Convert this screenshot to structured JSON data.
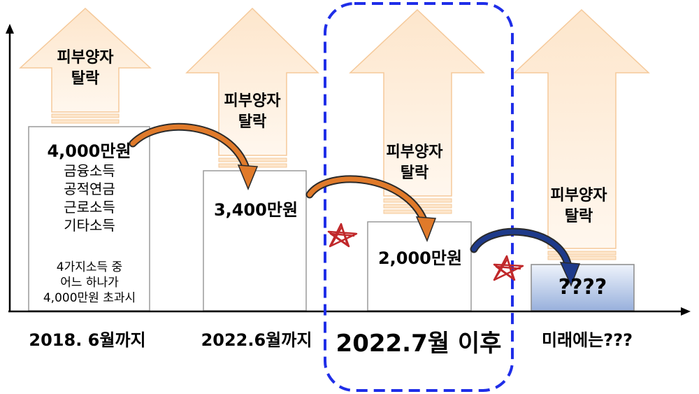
{
  "columns": [
    {
      "arrow_label": [
        "피부양자",
        "탈락"
      ],
      "amount": "4,000만원",
      "income_types": [
        "금융소득",
        "공적연금",
        "근로소득",
        "기타소득"
      ],
      "condition": [
        "4가지소득 중",
        "어느 하나가",
        "4,000만원 초과시"
      ],
      "period": "2018. 6월까지"
    },
    {
      "arrow_label": [
        "피부양자",
        "탈락"
      ],
      "amount": "3,400만원",
      "period": "2022.6월까지"
    },
    {
      "arrow_label": [
        "피부양자",
        "탈락"
      ],
      "amount": "2,000만원",
      "period": "2022.7월 이후"
    },
    {
      "arrow_label": [
        "피부양자",
        "탈락"
      ],
      "amount": "????",
      "period": "미래에는???"
    }
  ],
  "colors": {
    "arrow_fill": "#fdebd6",
    "arrow_stroke": "#f5c99a",
    "curve_arrow": "#e07a2a",
    "highlight_border": "#1f2ee8",
    "star": "#c0282a",
    "future_box_top": "#e8eef8",
    "future_box_bottom": "#9db3dd"
  }
}
